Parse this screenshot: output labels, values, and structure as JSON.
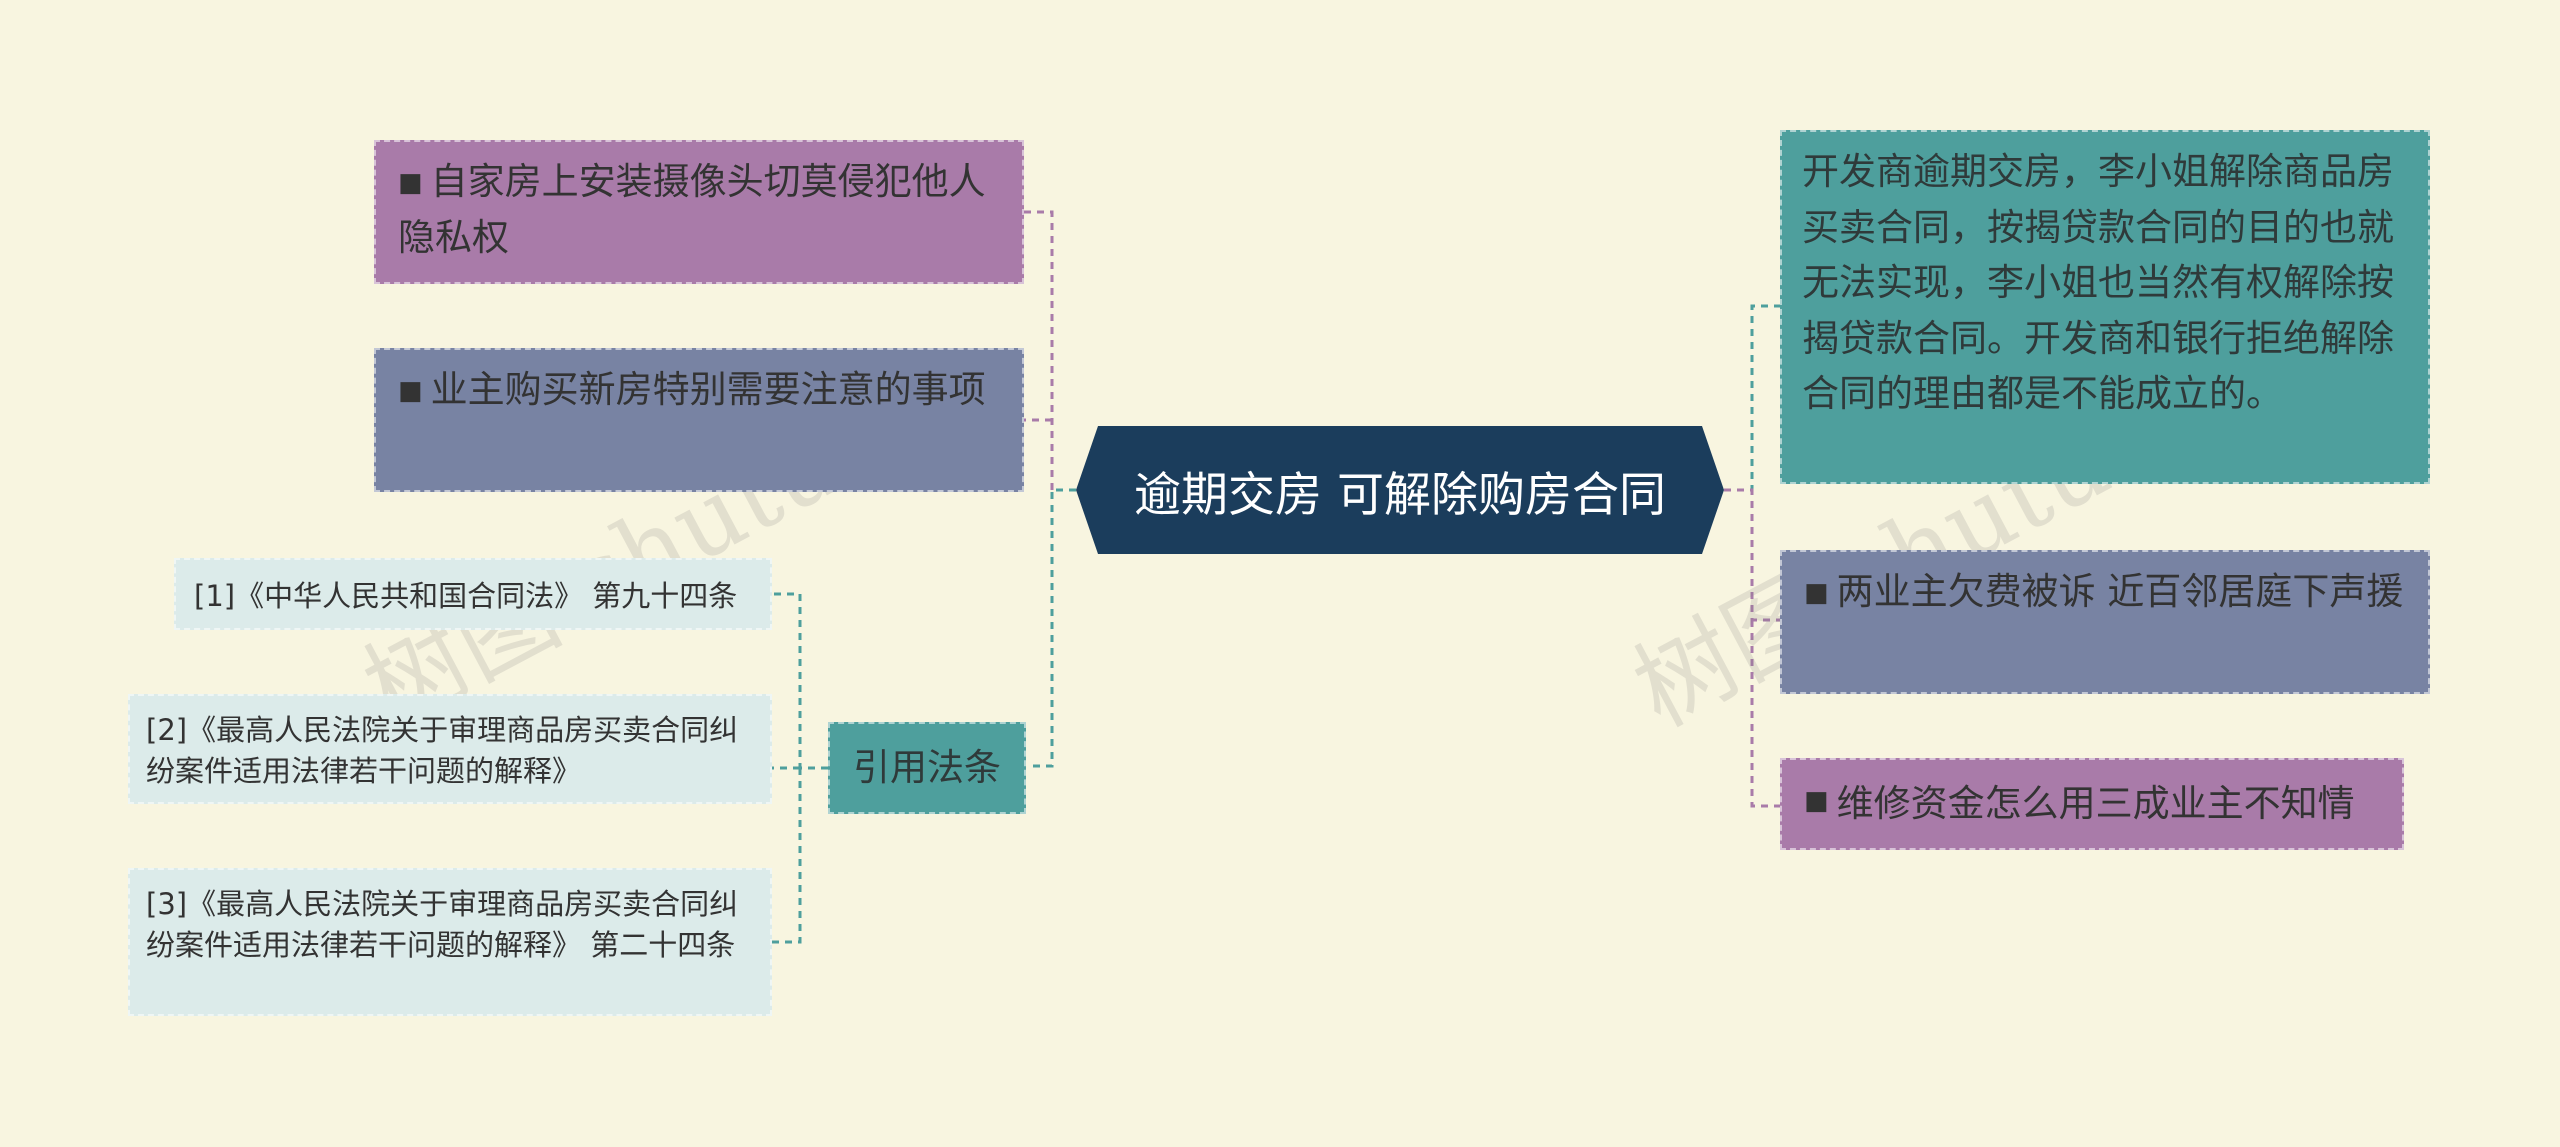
{
  "root": {
    "label": "逾期交房 可解除购房合同"
  },
  "left_topics": [
    {
      "label": "自家房上安装摄像头切莫侵犯他人隐私权",
      "bullet": "■"
    },
    {
      "label": "业主购买新房特别需要注意的事项",
      "bullet": "■"
    }
  ],
  "citation": {
    "label": "引用法条",
    "items": [
      "[1]《中华人民共和国合同法》 第九十四条",
      "[2]《最高人民法院关于审理商品房买卖合同纠纷案件适用法律若干问题的解释》",
      "[3]《最高人民法院关于审理商品房买卖合同纠纷案件适用法律若干问题的解释》 第二十四条"
    ]
  },
  "right_topics": [
    {
      "label": "开发商逾期交房，李小姐解除商品房买卖合同，按揭贷款合同的目的也就无法实现，李小姐也当然有权解除按揭贷款合同。开发商和银行拒绝解除合同的理由都是不能成立的。"
    },
    {
      "label": "两业主欠费被诉 近百邻居庭下声援",
      "bullet": "■"
    },
    {
      "label": "维修资金怎么用三成业主不知情",
      "bullet": "■"
    }
  ],
  "watermark": "树图 shutu.cn",
  "colors": {
    "background": "#f8f5e0",
    "root": "#1b3d5c",
    "purple": "#a97ba9",
    "slate": "#7883a3",
    "teal": "#4e9f9d",
    "pale": "#dcebea",
    "connector_purple": "#a97ba9",
    "connector_teal": "#4e9f9d"
  }
}
